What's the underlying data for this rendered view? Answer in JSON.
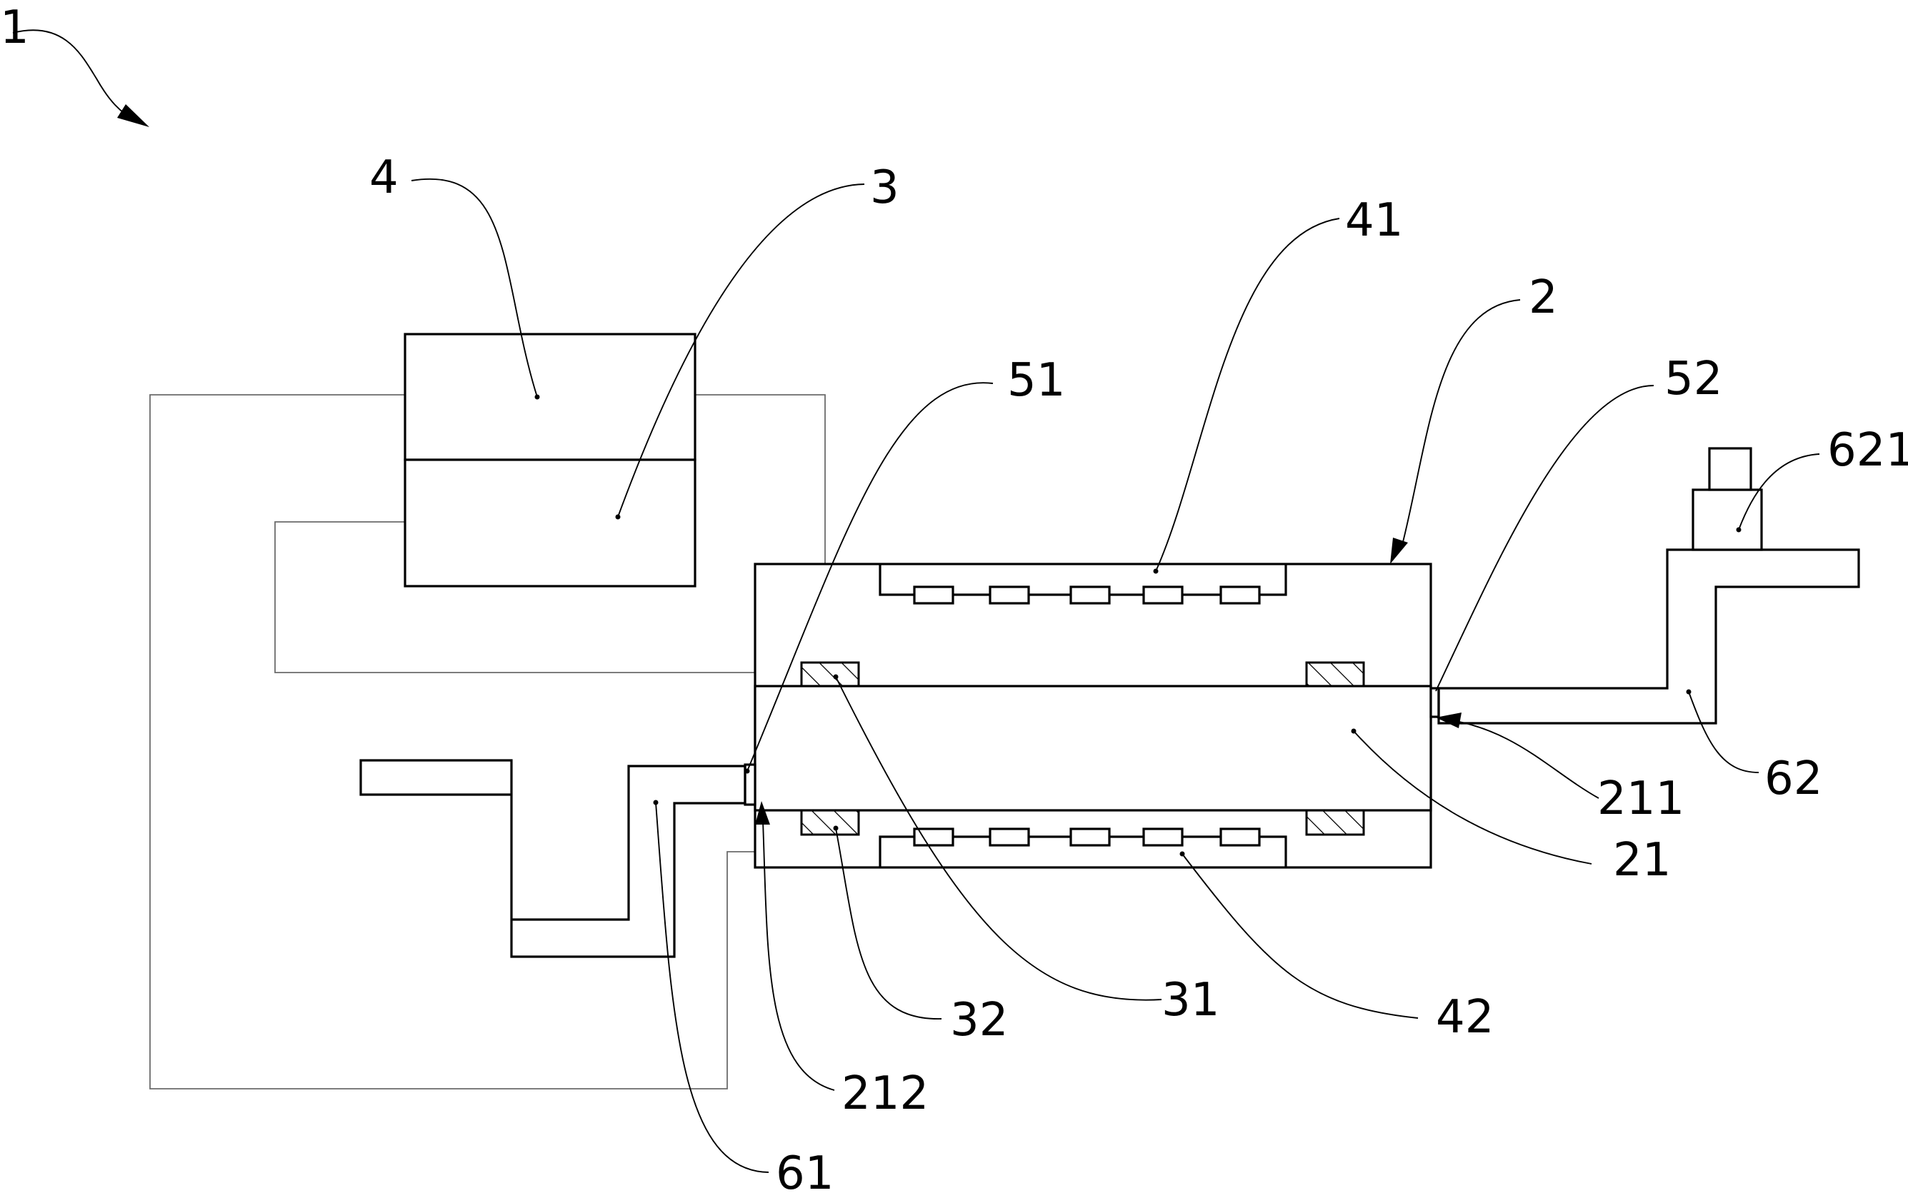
{
  "figure": {
    "labels": {
      "assembly": "1",
      "l2": "2",
      "l3": "3",
      "l4": "4",
      "l21": "21",
      "l31": "31",
      "l32": "32",
      "l41": "41",
      "l42": "42",
      "l51": "51",
      "l52": "52",
      "l61": "61",
      "l62": "62",
      "l211": "211",
      "l212": "212",
      "l621": "621"
    },
    "colors": {
      "line": "#000000",
      "wire": "#6b6b6b",
      "background": "#ffffff"
    }
  }
}
